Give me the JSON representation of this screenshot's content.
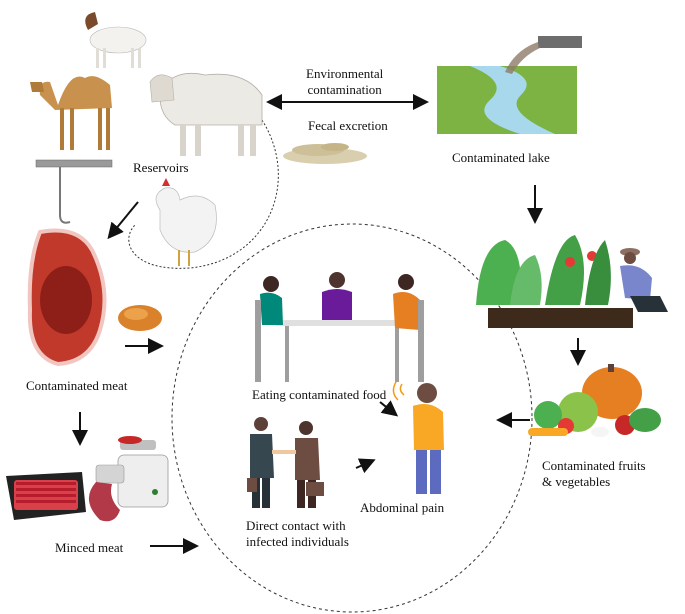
{
  "labels": {
    "environmental": "Environmental contamination",
    "environmental_line1": "Environmental",
    "environmental_line2": "contamination",
    "fecal": "Fecal excretion",
    "reservoirs": "Reservoirs",
    "contaminated_lake": "Contaminated lake",
    "contaminated_meat": "Contaminated meat",
    "minced_meat": "Minced meat",
    "eating": "Eating contaminated food",
    "direct_contact_line1": "Direct contact with",
    "direct_contact_line2": "infected individuals",
    "abdominal_pain": "Abdominal pain",
    "fruits_line1": "Contaminated fruits",
    "fruits_line2": "& vegetables"
  },
  "icons": [
    "goat-icon",
    "camel-icon",
    "cow-icon",
    "chicken-icon",
    "dung-pile-icon",
    "lake-icon",
    "meat-hook-icon",
    "raw-meat-icon",
    "roast-chicken-icon",
    "meat-tray-icon",
    "meat-grinder-icon",
    "vegetable-garden-icon",
    "farmer-icon",
    "vegetable-basket-icon",
    "diners-icon",
    "handshake-icon",
    "sick-person-icon"
  ],
  "colors": {
    "arrow": "#111111",
    "meat": "#c0392b",
    "grass": "#7cb342",
    "water": "#a7d8ec",
    "pumpkin": "#e67e22"
  }
}
